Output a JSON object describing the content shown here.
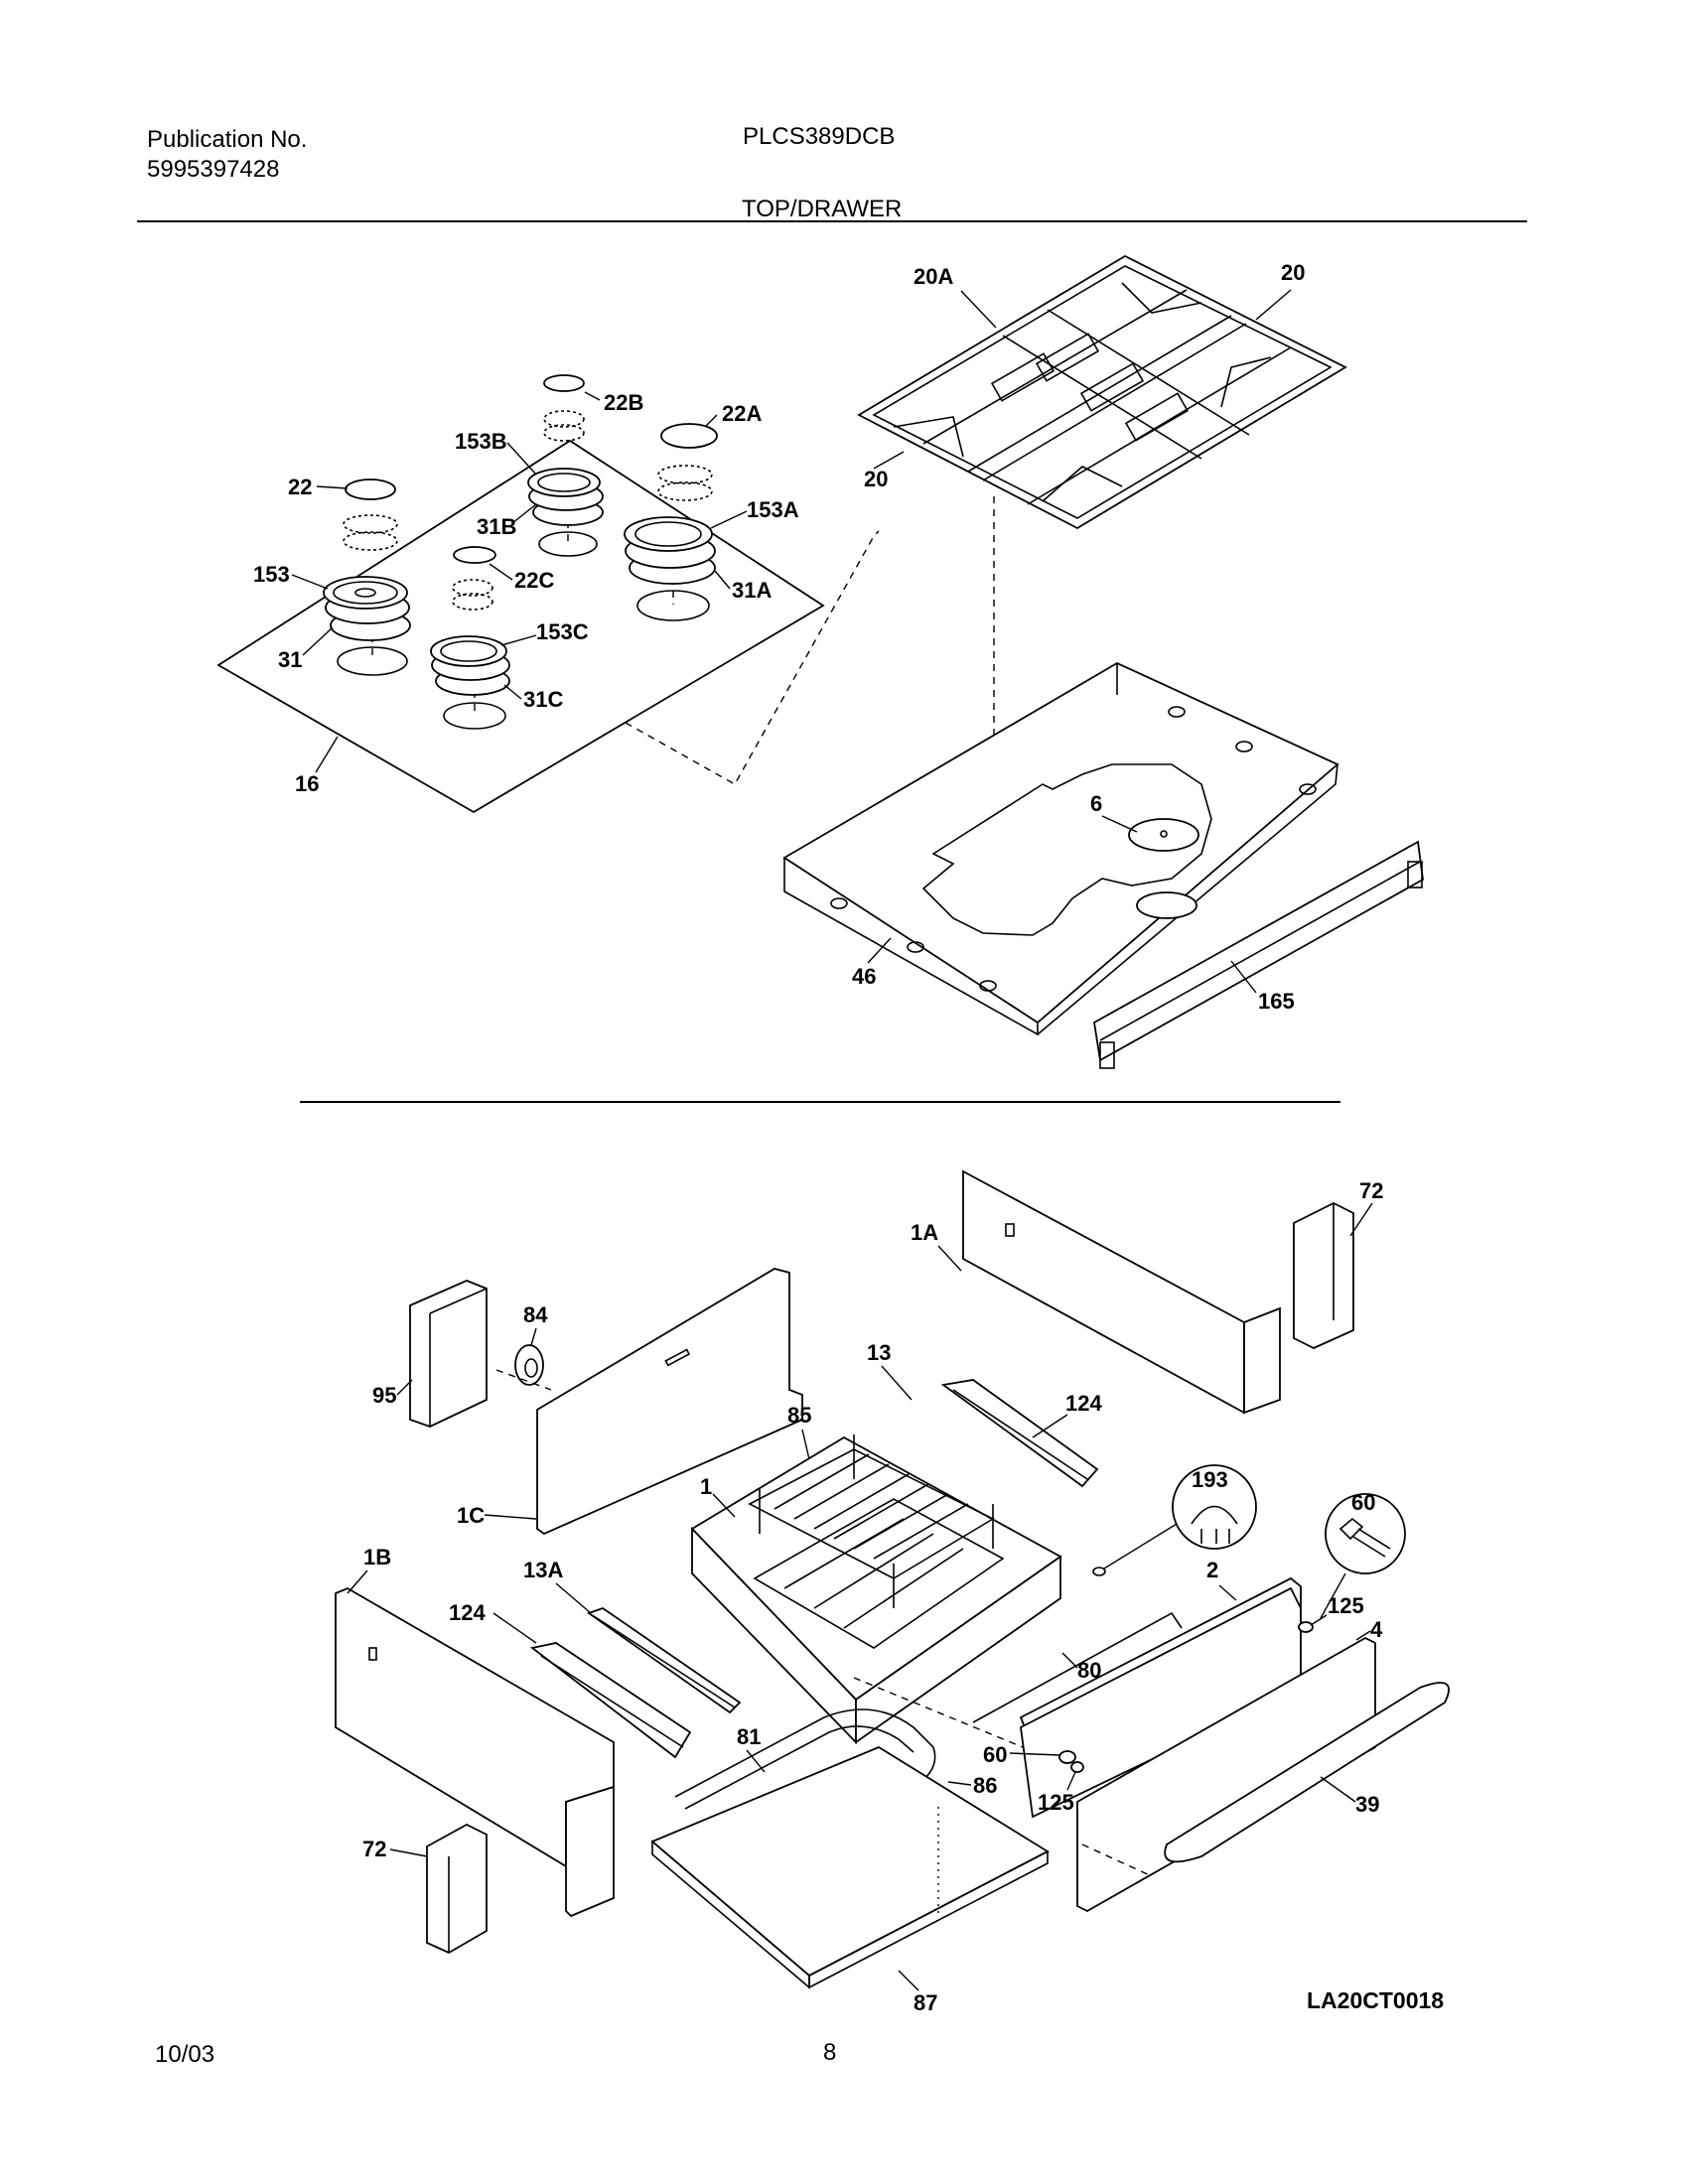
{
  "header": {
    "publication_label": "Publication No.",
    "publication_number": "5995397428",
    "model": "PLCS389DCB",
    "section_title": "TOP/DRAWER"
  },
  "footer": {
    "date": "10/03",
    "page_number": "8",
    "drawing_code": "LA20CT0018"
  },
  "callouts": {
    "c20A": "20A",
    "c20_top": "20",
    "c20_left": "20",
    "c22B": "22B",
    "c22A": "22A",
    "c153B": "153B",
    "c22": "22",
    "c31B": "31B",
    "c153A": "153A",
    "c153": "153",
    "c22C": "22C",
    "c31A": "31A",
    "c31": "31",
    "c153C": "153C",
    "c31C": "31C",
    "c16": "16",
    "c6": "6",
    "c46": "46",
    "c165": "165",
    "c72_top": "72",
    "c1A": "1A",
    "c84": "84",
    "c95": "95",
    "c13": "13",
    "c124_top": "124",
    "c85": "85",
    "c1": "1",
    "c1C": "1C",
    "c193": "193",
    "c60_top": "60",
    "c1B": "1B",
    "c13A": "13A",
    "c2": "2",
    "c125_top": "125",
    "c124_left": "124",
    "c4": "4",
    "c80": "80",
    "c60_mid": "60",
    "c81": "81",
    "c86": "86",
    "c125_mid": "125",
    "c39": "39",
    "c72_bottom": "72",
    "c87": "87"
  }
}
